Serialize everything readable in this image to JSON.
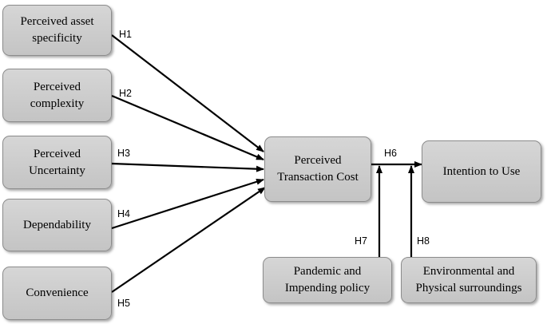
{
  "nodes": {
    "asset_specificity": "Perceived asset specificity",
    "complexity": "Perceived complexity",
    "uncertainty": "Perceived Uncertainty",
    "dependability": "Dependability",
    "convenience": "Convenience",
    "transaction_cost": "Perceived Transaction Cost",
    "intention": "Intention to Use",
    "pandemic": "Pandemic and Impending policy",
    "environmental": "Environmental and Physical surroundings"
  },
  "hypotheses": {
    "h1": "H1",
    "h2": "H2",
    "h3": "H3",
    "h4": "H4",
    "h5": "H5",
    "h6": "H6",
    "h7": "H7",
    "h8": "H8"
  },
  "colors": {
    "node_fill": "#cccccc",
    "node_border": "#8c8c8c",
    "arrow": "#000000"
  }
}
